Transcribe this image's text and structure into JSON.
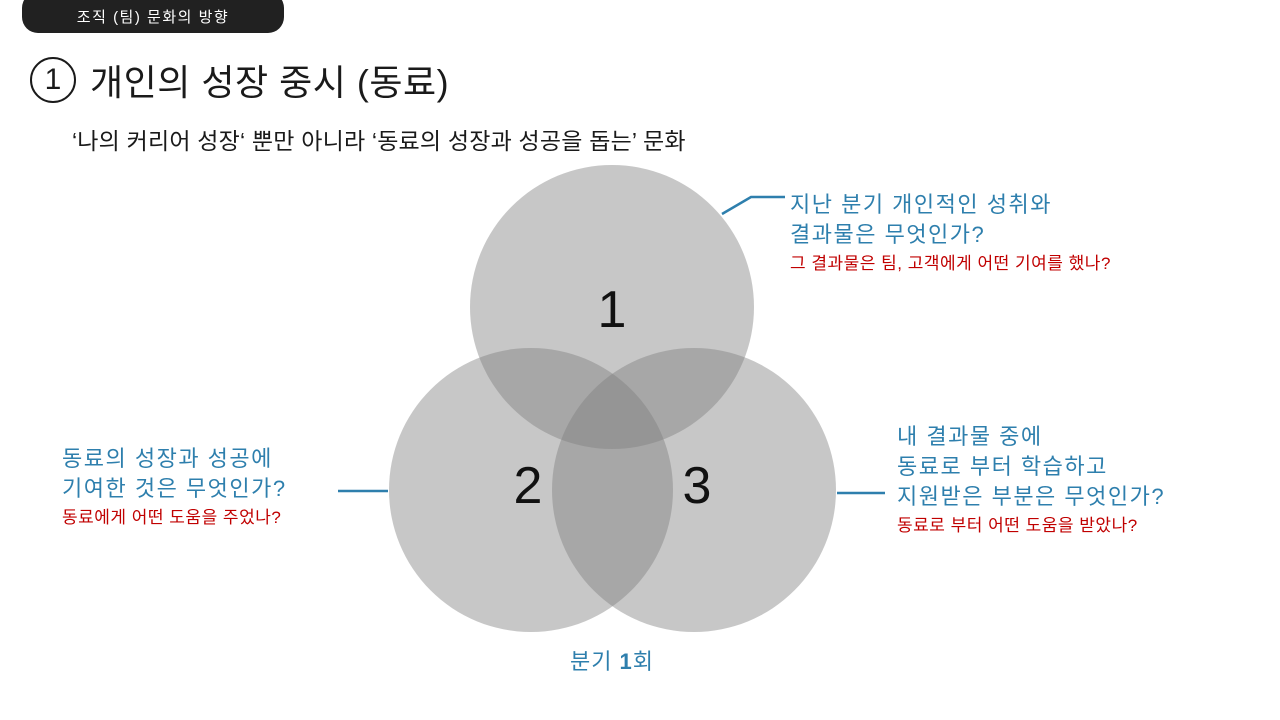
{
  "slide": {
    "badge": "조직 (팀) 문화의 방향",
    "title_number": "1",
    "title": "개인의 성장 중시 (동료)",
    "subtitle": "‘나의 커리어 성장‘ 뿐만 아니라 ‘동료의 성장과 성공을 돕는’ 문화"
  },
  "venn": {
    "labels": [
      "1",
      "2",
      "3"
    ],
    "circle_color": "#7f7f7f",
    "circle_opacity": "0.44"
  },
  "callout_top": {
    "line1": "지난 분기 개인적인 성취와",
    "line2": "결과물은 무엇인가?",
    "note": "그 결과물은 팀, 고객에게 어떤 기여를 했나?"
  },
  "callout_left": {
    "line1": "동료의 성장과 성공에",
    "line2": "기여한 것은 무엇인가?",
    "note": "동료에게 어떤 도움을 주었나?"
  },
  "callout_right": {
    "line1": "내 결과물 중에",
    "line2": "동료로 부터 학습하고",
    "line3": "지원받은 부분은 무엇인가?",
    "note": "동료로 부터 어떤 도움을 받았나?"
  },
  "footer": {
    "prefix": "분기 ",
    "number": "1",
    "suffix": "회"
  },
  "colors": {
    "accent_blue": "#2E7FAD",
    "note_red": "#C00000",
    "badge_bg": "#212121"
  }
}
